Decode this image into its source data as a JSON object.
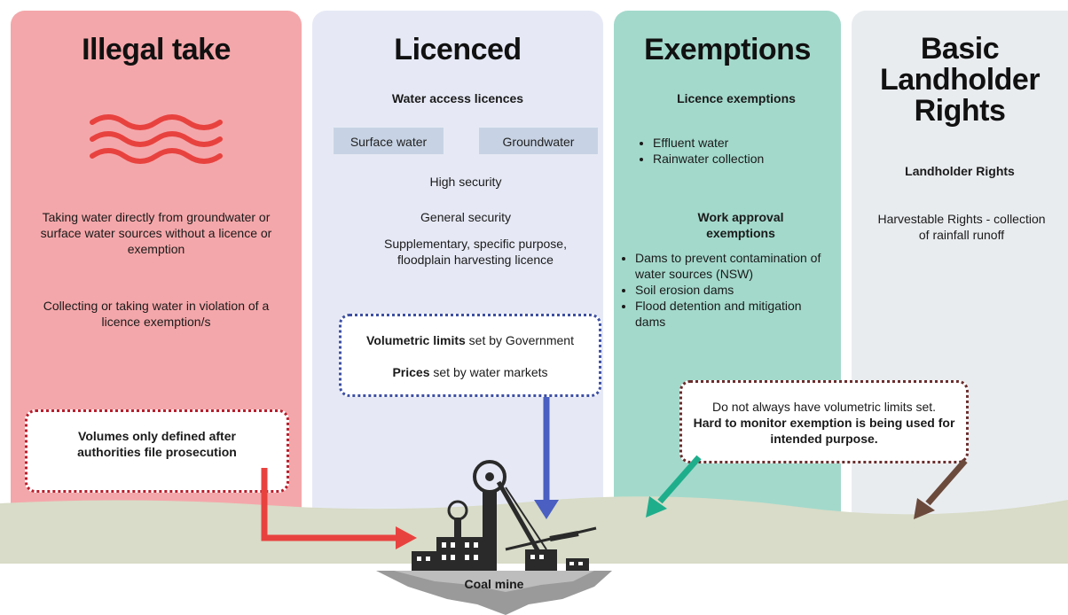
{
  "columns": {
    "illegal": {
      "title": "Illegal take",
      "desc1": "Taking water directly from groundwater or surface water sources without a licence or exemption",
      "desc2": "Collecting or taking water in violation of a licence exemption/s",
      "box": "Volumes only defined after authorities file prosecution"
    },
    "licenced": {
      "title": "Licenced",
      "subheading": "Water access licences",
      "tag_surface": "Surface water",
      "tag_ground": "Groundwater",
      "item1": "High security",
      "item2": "General security",
      "item3": "Supplementary, specific purpose, floodplain harvesting licence",
      "box_line1_bold": "Volumetric limits",
      "box_line1_rest": " set by Government",
      "box_line2_bold": "Prices",
      "box_line2_rest": " set by water markets"
    },
    "exemptions": {
      "title": "Exemptions",
      "heading1": "Licence exemptions",
      "list1": [
        "Effluent water",
        "Rainwater collection"
      ],
      "heading2": "Work approval exemptions",
      "list2": [
        "Dams to prevent contamination of water sources (NSW)",
        "Soil erosion dams",
        "Flood detention and mitigation dams"
      ],
      "box_line1": "Do not always have volumetric limits set.",
      "box_line2": "Hard to monitor exemption is being used for intended purpose."
    },
    "basic": {
      "title": "Basic Landholder Rights",
      "heading": "Landholder Rights",
      "desc": "Harvestable Rights - collection of rainfall runoff"
    }
  },
  "mine_label": "Coal mine",
  "colors": {
    "illegal_bg": "#f4a7aa",
    "licenced_bg": "#e6e9f5",
    "exempt_bg": "#a3d9cb",
    "basic_bg": "#e9ecef",
    "ground": "#d8dcc8",
    "arrow_red": "#e8423f",
    "arrow_blue": "#4a5fc1",
    "arrow_green": "#1fae8c",
    "arrow_brown": "#6b4a3c",
    "waves": "#e8423f"
  },
  "icons": [
    "waves-icon",
    "coal-mine-icon"
  ]
}
